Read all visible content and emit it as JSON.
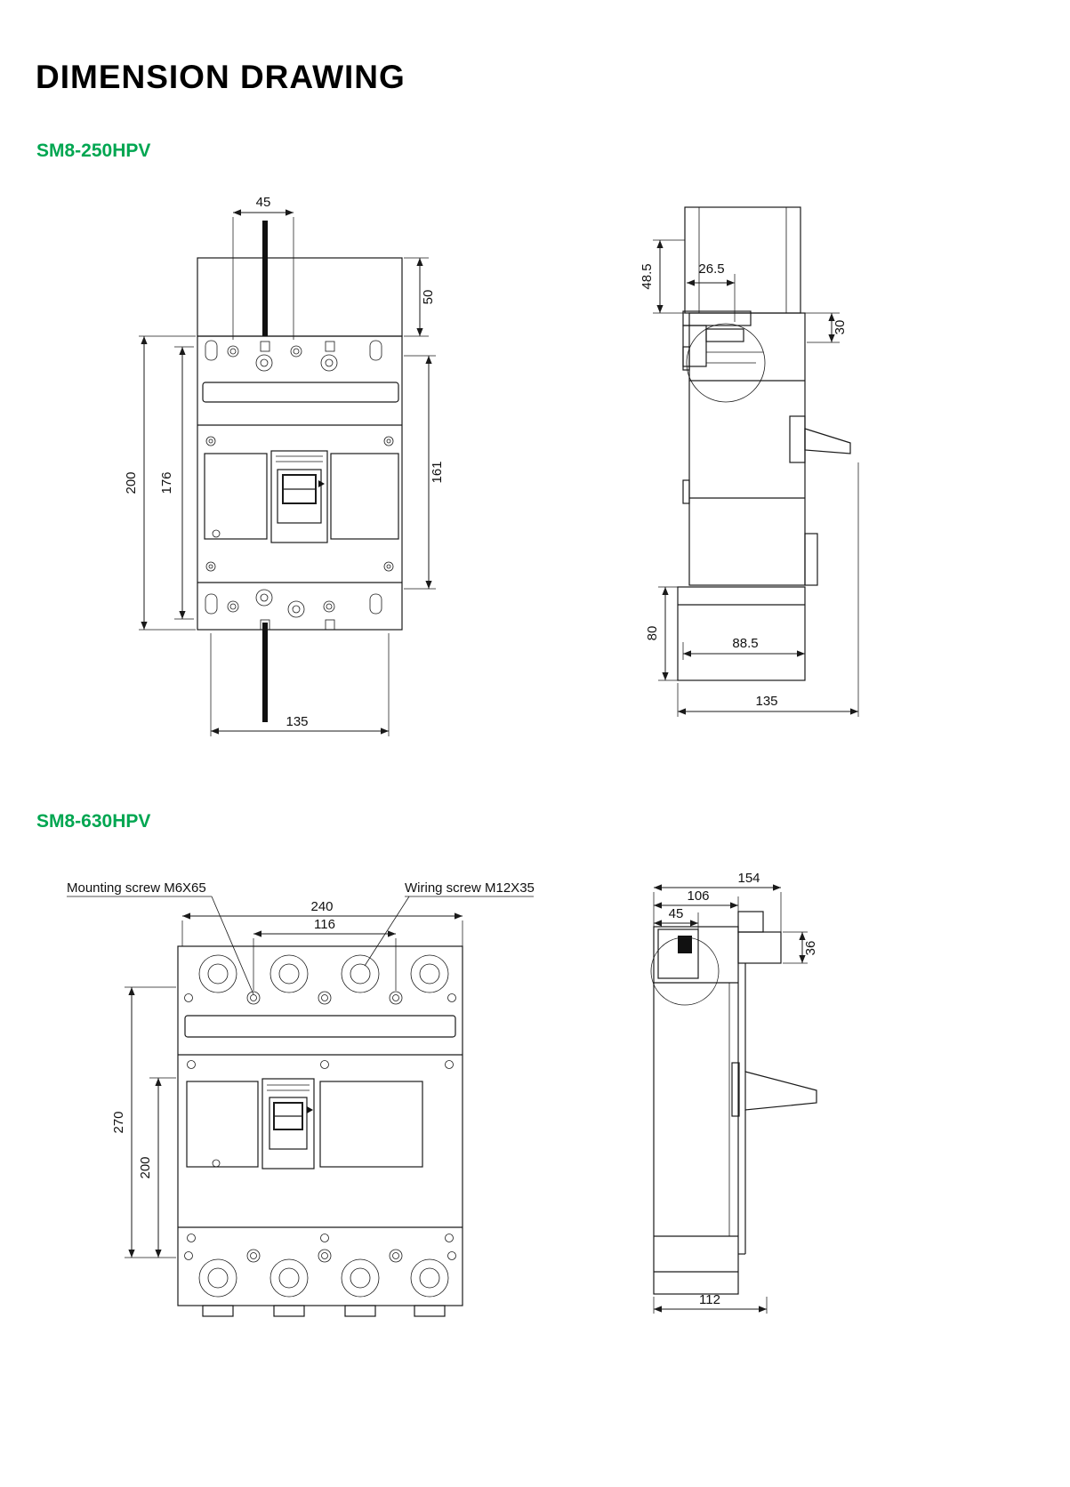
{
  "page": {
    "title": "DIMENSION DRAWING"
  },
  "colors": {
    "accent": "#00A651",
    "line": "#1a1a1a"
  },
  "s250": {
    "model": "SM8-250HPV",
    "front": {
      "d45": "45",
      "d50": "50",
      "d200": "200",
      "d176": "176",
      "d161": "161",
      "d135": "135"
    },
    "side": {
      "d48_5": "48.5",
      "d26_5": "26.5",
      "d30": "30",
      "d80": "80",
      "d88_5": "88.5",
      "d135": "135"
    }
  },
  "s630": {
    "model": "SM8-630HPV",
    "notes": {
      "mounting": "Mounting screw M6X65",
      "wiring": "Wiring screw M12X35"
    },
    "front": {
      "d240": "240",
      "d116": "116",
      "d270": "270",
      "d200": "200"
    },
    "side": {
      "d154": "154",
      "d106": "106",
      "d45": "45",
      "d36": "36",
      "d112": "112"
    }
  }
}
